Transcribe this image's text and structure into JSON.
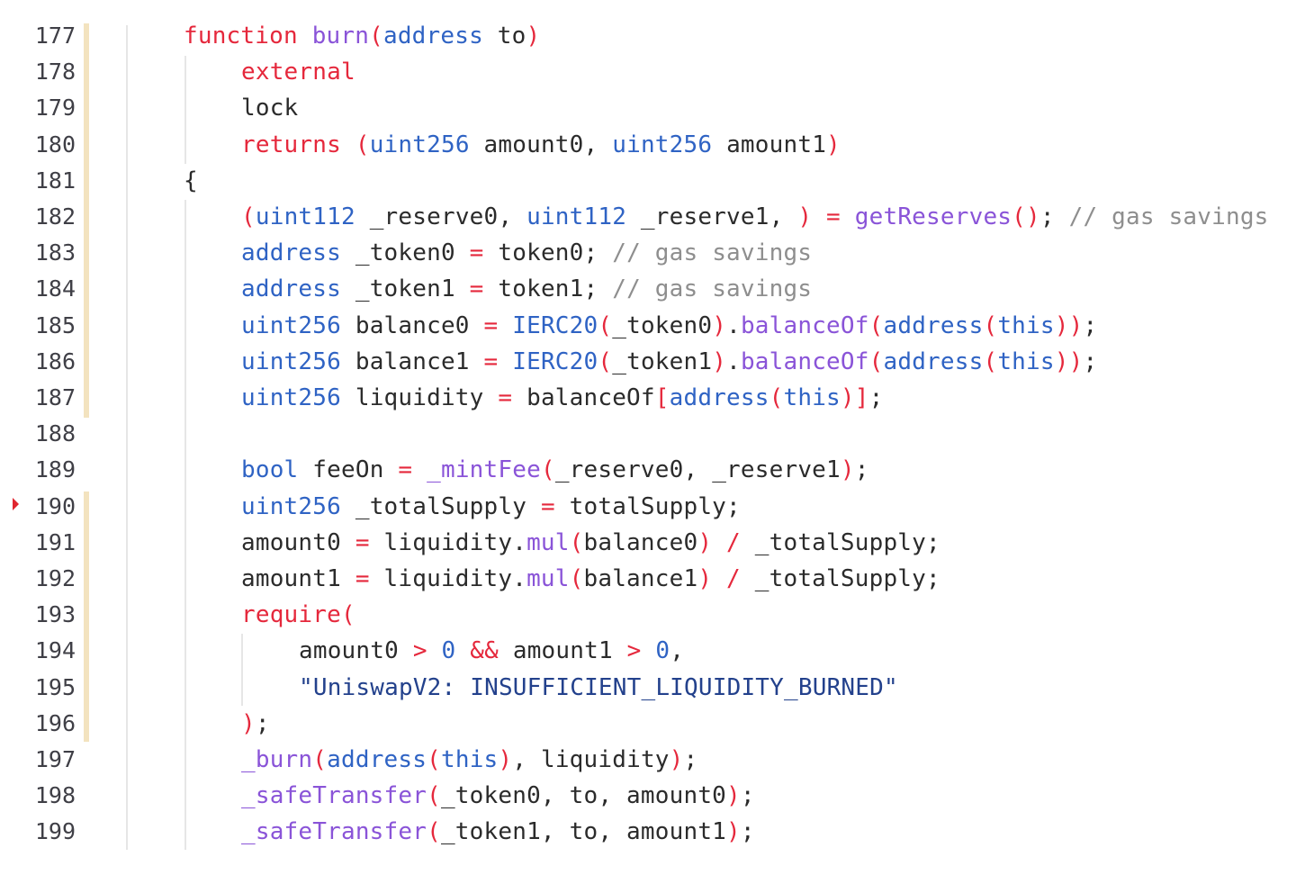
{
  "editor": {
    "breakpoint_line": "190",
    "lines": [
      {
        "n": "177",
        "indent": 0,
        "tokens": [
          [
            "kw",
            "function"
          ],
          [
            "pl",
            " "
          ],
          [
            "fn",
            "burn"
          ],
          [
            "kw",
            "("
          ],
          [
            "ty",
            "address"
          ],
          [
            "pl",
            " to"
          ],
          [
            "kw",
            ")"
          ]
        ]
      },
      {
        "n": "178",
        "indent": 1,
        "tokens": [
          [
            "kw",
            "external"
          ]
        ]
      },
      {
        "n": "179",
        "indent": 1,
        "tokens": [
          [
            "pl",
            "lock"
          ]
        ]
      },
      {
        "n": "180",
        "indent": 1,
        "tokens": [
          [
            "kw",
            "returns"
          ],
          [
            "pl",
            " "
          ],
          [
            "kw",
            "("
          ],
          [
            "ty",
            "uint256"
          ],
          [
            "pl",
            " amount0, "
          ],
          [
            "ty",
            "uint256"
          ],
          [
            "pl",
            " amount1"
          ],
          [
            "kw",
            ")"
          ]
        ]
      },
      {
        "n": "181",
        "indent": 0,
        "tokens": [
          [
            "pl",
            "{"
          ]
        ]
      },
      {
        "n": "182",
        "indent": 1,
        "tokens": [
          [
            "kw",
            "("
          ],
          [
            "ty",
            "uint112"
          ],
          [
            "pl",
            " _reserve0, "
          ],
          [
            "ty",
            "uint112"
          ],
          [
            "pl",
            " _reserve1, "
          ],
          [
            "kw",
            ")"
          ],
          [
            "pl",
            " "
          ],
          [
            "kw",
            "="
          ],
          [
            "pl",
            " "
          ],
          [
            "fn",
            "getReserves"
          ],
          [
            "kw",
            "()"
          ],
          [
            "pl",
            "; "
          ],
          [
            "cm",
            "// gas savings"
          ]
        ]
      },
      {
        "n": "183",
        "indent": 1,
        "tokens": [
          [
            "ty",
            "address"
          ],
          [
            "pl",
            " _token0 "
          ],
          [
            "kw",
            "="
          ],
          [
            "pl",
            " token0; "
          ],
          [
            "cm",
            "// gas savings"
          ]
        ]
      },
      {
        "n": "184",
        "indent": 1,
        "tokens": [
          [
            "ty",
            "address"
          ],
          [
            "pl",
            " _token1 "
          ],
          [
            "kw",
            "="
          ],
          [
            "pl",
            " token1; "
          ],
          [
            "cm",
            "// gas savings"
          ]
        ]
      },
      {
        "n": "185",
        "indent": 1,
        "tokens": [
          [
            "ty",
            "uint256"
          ],
          [
            "pl",
            " balance0 "
          ],
          [
            "kw",
            "="
          ],
          [
            "pl",
            " "
          ],
          [
            "ty",
            "IERC20"
          ],
          [
            "kw",
            "("
          ],
          [
            "pl",
            "_token0"
          ],
          [
            "kw",
            ")"
          ],
          [
            "pl",
            "."
          ],
          [
            "fn",
            "balanceOf"
          ],
          [
            "kw",
            "("
          ],
          [
            "ty",
            "address"
          ],
          [
            "kw",
            "("
          ],
          [
            "ty",
            "this"
          ],
          [
            "kw",
            "))"
          ],
          [
            "pl",
            ";"
          ]
        ]
      },
      {
        "n": "186",
        "indent": 1,
        "tokens": [
          [
            "ty",
            "uint256"
          ],
          [
            "pl",
            " balance1 "
          ],
          [
            "kw",
            "="
          ],
          [
            "pl",
            " "
          ],
          [
            "ty",
            "IERC20"
          ],
          [
            "kw",
            "("
          ],
          [
            "pl",
            "_token1"
          ],
          [
            "kw",
            ")"
          ],
          [
            "pl",
            "."
          ],
          [
            "fn",
            "balanceOf"
          ],
          [
            "kw",
            "("
          ],
          [
            "ty",
            "address"
          ],
          [
            "kw",
            "("
          ],
          [
            "ty",
            "this"
          ],
          [
            "kw",
            "))"
          ],
          [
            "pl",
            ";"
          ]
        ]
      },
      {
        "n": "187",
        "indent": 1,
        "tokens": [
          [
            "ty",
            "uint256"
          ],
          [
            "pl",
            " liquidity "
          ],
          [
            "kw",
            "="
          ],
          [
            "pl",
            " balanceOf"
          ],
          [
            "kw",
            "["
          ],
          [
            "ty",
            "address"
          ],
          [
            "kw",
            "("
          ],
          [
            "ty",
            "this"
          ],
          [
            "kw",
            ")]"
          ],
          [
            "pl",
            ";"
          ]
        ]
      },
      {
        "n": "188",
        "indent": 1,
        "tokens": []
      },
      {
        "n": "189",
        "indent": 1,
        "tokens": [
          [
            "ty",
            "bool"
          ],
          [
            "pl",
            " feeOn "
          ],
          [
            "kw",
            "="
          ],
          [
            "pl",
            " "
          ],
          [
            "fn",
            "_mintFee"
          ],
          [
            "kw",
            "("
          ],
          [
            "pl",
            "_reserve0, _reserve1"
          ],
          [
            "kw",
            ")"
          ],
          [
            "pl",
            ";"
          ]
        ]
      },
      {
        "n": "190",
        "indent": 1,
        "tokens": [
          [
            "ty",
            "uint256"
          ],
          [
            "pl",
            " _totalSupply "
          ],
          [
            "kw",
            "="
          ],
          [
            "pl",
            " totalSupply;"
          ]
        ]
      },
      {
        "n": "191",
        "indent": 1,
        "tokens": [
          [
            "pl",
            "amount0 "
          ],
          [
            "kw",
            "="
          ],
          [
            "pl",
            " liquidity."
          ],
          [
            "fn",
            "mul"
          ],
          [
            "kw",
            "("
          ],
          [
            "pl",
            "balance0"
          ],
          [
            "kw",
            ")"
          ],
          [
            "pl",
            " "
          ],
          [
            "kw",
            "/"
          ],
          [
            "pl",
            " _totalSupply;"
          ]
        ]
      },
      {
        "n": "192",
        "indent": 1,
        "tokens": [
          [
            "pl",
            "amount1 "
          ],
          [
            "kw",
            "="
          ],
          [
            "pl",
            " liquidity."
          ],
          [
            "fn",
            "mul"
          ],
          [
            "kw",
            "("
          ],
          [
            "pl",
            "balance1"
          ],
          [
            "kw",
            ")"
          ],
          [
            "pl",
            " "
          ],
          [
            "kw",
            "/"
          ],
          [
            "pl",
            " _totalSupply;"
          ]
        ]
      },
      {
        "n": "193",
        "indent": 1,
        "tokens": [
          [
            "kw",
            "require("
          ]
        ]
      },
      {
        "n": "194",
        "indent": 2,
        "tokens": [
          [
            "pl",
            "amount0 "
          ],
          [
            "kw",
            ">"
          ],
          [
            "pl",
            " "
          ],
          [
            "num",
            "0"
          ],
          [
            "pl",
            " "
          ],
          [
            "kw",
            "&&"
          ],
          [
            "pl",
            " amount1 "
          ],
          [
            "kw",
            ">"
          ],
          [
            "pl",
            " "
          ],
          [
            "num",
            "0"
          ],
          [
            "pl",
            ","
          ]
        ]
      },
      {
        "n": "195",
        "indent": 2,
        "tokens": [
          [
            "str",
            "\"UniswapV2: INSUFFICIENT_LIQUIDITY_BURNED\""
          ]
        ]
      },
      {
        "n": "196",
        "indent": 1,
        "tokens": [
          [
            "kw",
            ")"
          ],
          [
            "pl",
            ";"
          ]
        ]
      },
      {
        "n": "197",
        "indent": 1,
        "tokens": [
          [
            "fn",
            "_burn"
          ],
          [
            "kw",
            "("
          ],
          [
            "ty",
            "address"
          ],
          [
            "kw",
            "("
          ],
          [
            "ty",
            "this"
          ],
          [
            "kw",
            ")"
          ],
          [
            "pl",
            ", liquidity"
          ],
          [
            "kw",
            ")"
          ],
          [
            "pl",
            ";"
          ]
        ]
      },
      {
        "n": "198",
        "indent": 1,
        "tokens": [
          [
            "fn",
            "_safeTransfer"
          ],
          [
            "kw",
            "("
          ],
          [
            "pl",
            "_token0, to, amount0"
          ],
          [
            "kw",
            ")"
          ],
          [
            "pl",
            ";"
          ]
        ]
      },
      {
        "n": "199",
        "indent": 1,
        "tokens": [
          [
            "fn",
            "_safeTransfer"
          ],
          [
            "kw",
            "("
          ],
          [
            "pl",
            "_token1, to, amount1"
          ],
          [
            "kw",
            ")"
          ],
          [
            "pl",
            ";"
          ]
        ]
      }
    ]
  }
}
